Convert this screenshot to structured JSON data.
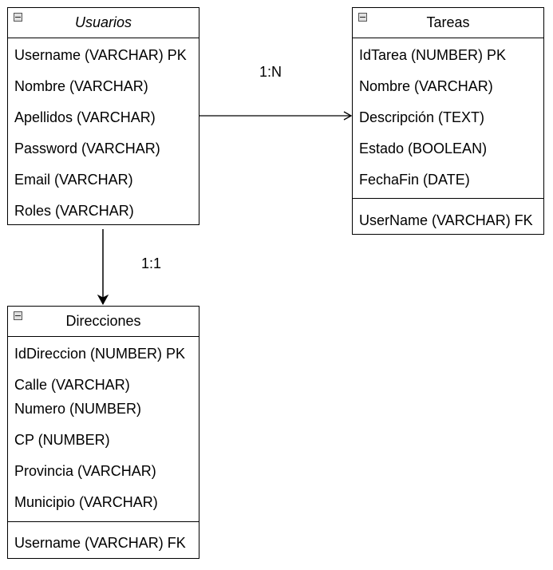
{
  "entities": {
    "usuarios": {
      "title": "Usuarios",
      "attributes": [
        "Username (VARCHAR) PK",
        "Nombre (VARCHAR)",
        "Apellidos (VARCHAR)",
        "Password (VARCHAR)",
        "Email (VARCHAR)",
        "Roles (VARCHAR)"
      ]
    },
    "tareas": {
      "title": "Tareas",
      "attributes": [
        "IdTarea (NUMBER) PK",
        "Nombre (VARCHAR)",
        "Descripción (TEXT)",
        "Estado (BOOLEAN)",
        "FechaFin (DATE)"
      ],
      "foreign_keys": [
        "UserName (VARCHAR) FK"
      ]
    },
    "direcciones": {
      "title": "Direcciones",
      "attributes": [
        "IdDireccion (NUMBER) PK",
        "Calle (VARCHAR)",
        "Numero (NUMBER)",
        "CP (NUMBER)",
        "Provincia (VARCHAR)",
        "Municipio (VARCHAR)"
      ],
      "foreign_keys": [
        "Username (VARCHAR) FK"
      ]
    }
  },
  "relationships": {
    "usuarios_tareas": {
      "cardinality": "1:N"
    },
    "usuarios_direcciones": {
      "cardinality": "1:1"
    }
  }
}
